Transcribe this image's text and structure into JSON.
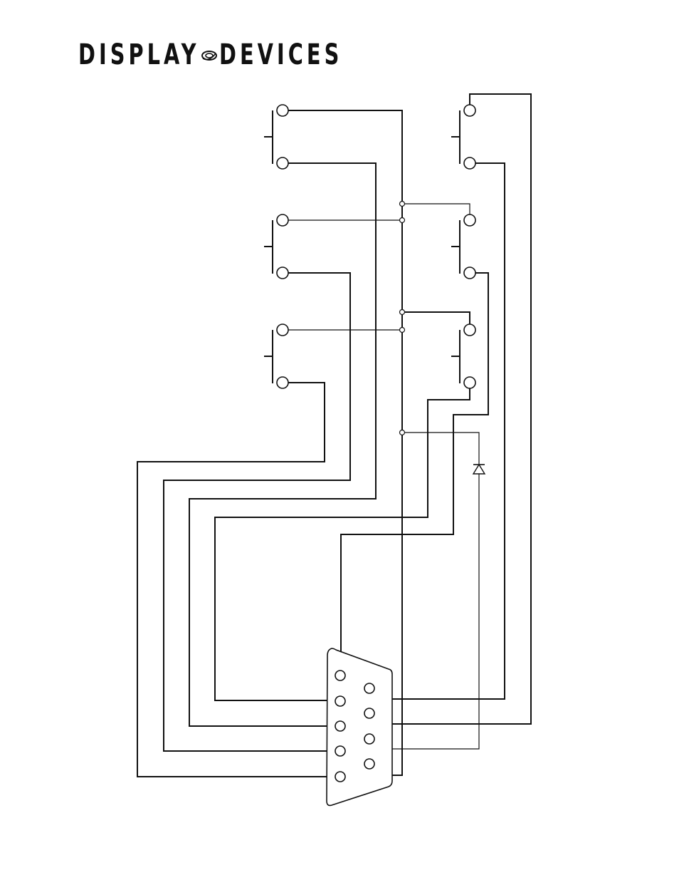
{
  "brand": {
    "word_left": "DISPLAY",
    "word_right": "DEVICES",
    "logo_icon": "swirl-disc-icon"
  },
  "diagram": {
    "switches": [
      {
        "id": "sw-left-1"
      },
      {
        "id": "sw-left-2"
      },
      {
        "id": "sw-left-3"
      },
      {
        "id": "sw-right-1"
      },
      {
        "id": "sw-right-2"
      },
      {
        "id": "sw-right-3"
      }
    ],
    "connector": {
      "type": "DB9",
      "pin_count": 9
    },
    "diode": {
      "direction": "up"
    }
  }
}
